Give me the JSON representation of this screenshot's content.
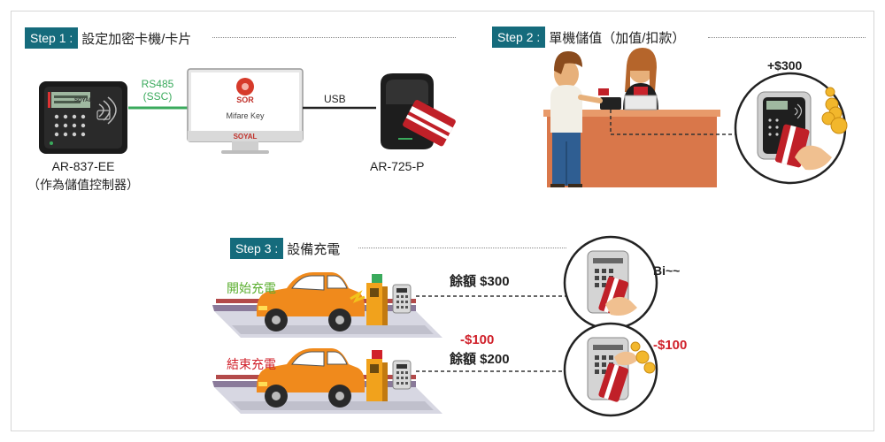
{
  "step1": {
    "badge": "Step 1 :",
    "title": "設定加密卡機/卡片"
  },
  "step2": {
    "badge": "Step 2 :",
    "title": "單機儲值（加值/扣款）"
  },
  "step3": {
    "badge": "Step 3 :",
    "title": "設備充電"
  },
  "devices": {
    "controller_name": "AR-837-EE",
    "controller_note": "（作為儲值控制器）",
    "reader_name": "AR-725-P",
    "monitor_app": "Mifare Key",
    "monitor_brand": "SOYAL",
    "logo_text": "SOR",
    "controller_brand": "SOYAL"
  },
  "links": {
    "rs485_line1": "RS485",
    "rs485_line2": "(SSC)",
    "usb": "USB"
  },
  "topup": {
    "amount": "+$300"
  },
  "charging": {
    "start_label": "開始充電",
    "end_label": "結束充電",
    "balance1": "餘額 $300",
    "deduct": "-$100",
    "balance2": "餘額 $200",
    "beep": "Bi~~",
    "deduct_circle": "-$100"
  },
  "colors": {
    "badge": "#156b7c",
    "car": "#f08a1c",
    "green": "#3aaa5c",
    "red": "#d0202a",
    "counter": "#d9774a"
  }
}
